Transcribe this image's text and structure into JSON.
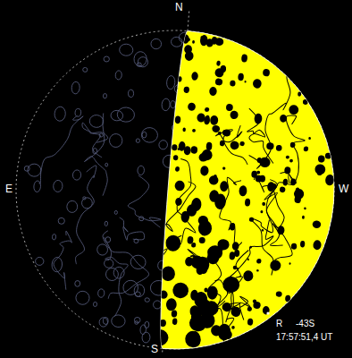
{
  "diagram": {
    "labels": [
      "N",
      "S",
      "E",
      "W",
      "R",
      "-43S",
      "17:57:51,4 UT"
    ]
  }
}
